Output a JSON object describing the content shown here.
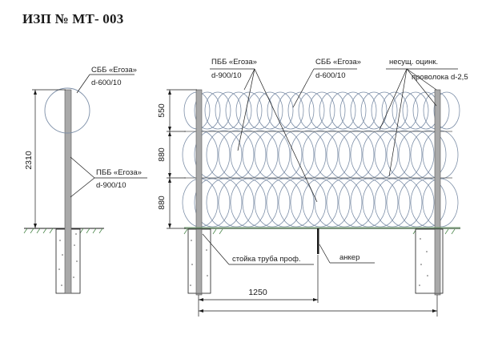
{
  "title": "ИЗП № МТ- 003",
  "left_view": {
    "top_label_name": "СББ «Егоза»",
    "top_label_size": "d-600/10",
    "mid_label_name": "ПББ «Егоза»",
    "mid_label_size": "d-900/10",
    "height_dim": "2310"
  },
  "front_view": {
    "label1_name": "ПББ «Егоза»",
    "label1_size": "d-900/10",
    "label2_name": "СББ «Егоза»",
    "label2_size": "d-600/10",
    "label3_line1": "несущ. оцинк.",
    "label3_line2": "проволока d-2,5",
    "dim_top": "550",
    "dim_mid": "880",
    "dim_bot": "880",
    "post_label": "стойка труба проф.",
    "anchor_label": "анкер",
    "span_dim": "1250"
  },
  "colors": {
    "line": "#1a1a1a",
    "coil": "#7d8fa8",
    "post": "#a9a9a9",
    "ground": "#4f8a4f"
  }
}
